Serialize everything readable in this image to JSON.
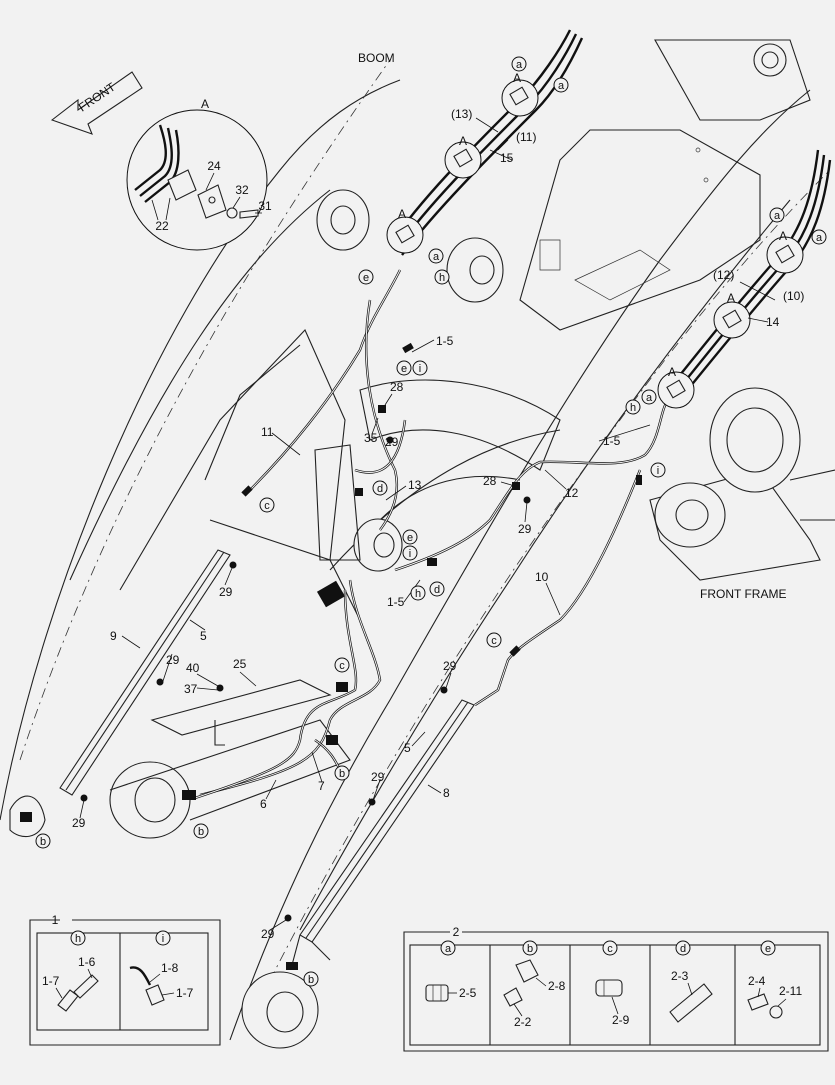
{
  "titles": {
    "boom": "BOOM",
    "front_frame": "FRONT FRAME",
    "front_arrow": "FRONT"
  },
  "detail_a": {
    "label": "A",
    "parts": [
      "24",
      "32",
      "31",
      "22"
    ]
  },
  "view_markers": {
    "a": "A"
  },
  "callouts": {
    "ref13": "(13)",
    "ref11": "(11)",
    "p15": "15",
    "ref12": "(12)",
    "ref10": "(10)",
    "p14": "14",
    "p1_5a": "1-5",
    "p1_5b": "1-5",
    "p1_5c": "1-5",
    "p28a": "28",
    "p35": "35",
    "p29a": "29",
    "p11": "11",
    "p13": "13",
    "p28b": "28",
    "p12": "12",
    "p29b": "29",
    "p10": "10",
    "p29c": "29",
    "p9": "9",
    "p5a": "5",
    "p29d": "29",
    "p40": "40",
    "p37": "37",
    "p25": "25",
    "p29e": "29",
    "p7": "7",
    "p6": "6",
    "p29f": "29",
    "p5b": "5",
    "p29g": "29",
    "p8": "8",
    "p29h": "29"
  },
  "letters": {
    "a": "a",
    "b": "b",
    "c": "c",
    "d": "d",
    "e": "e",
    "h": "h",
    "i": "i"
  },
  "legend1": {
    "title": "1",
    "cells": [
      {
        "key": "h",
        "parts": [
          "1-6",
          "1-7"
        ]
      },
      {
        "key": "i",
        "parts": [
          "1-8",
          "1-7"
        ]
      }
    ]
  },
  "legend2": {
    "title": "2",
    "cells": [
      {
        "key": "a",
        "parts": [
          "2-5"
        ]
      },
      {
        "key": "b",
        "parts": [
          "2-8",
          "2-2"
        ]
      },
      {
        "key": "c",
        "parts": [
          "2-9"
        ]
      },
      {
        "key": "d",
        "parts": [
          "2-3"
        ]
      },
      {
        "key": "e",
        "parts": [
          "2-4",
          "2-11"
        ]
      }
    ]
  }
}
